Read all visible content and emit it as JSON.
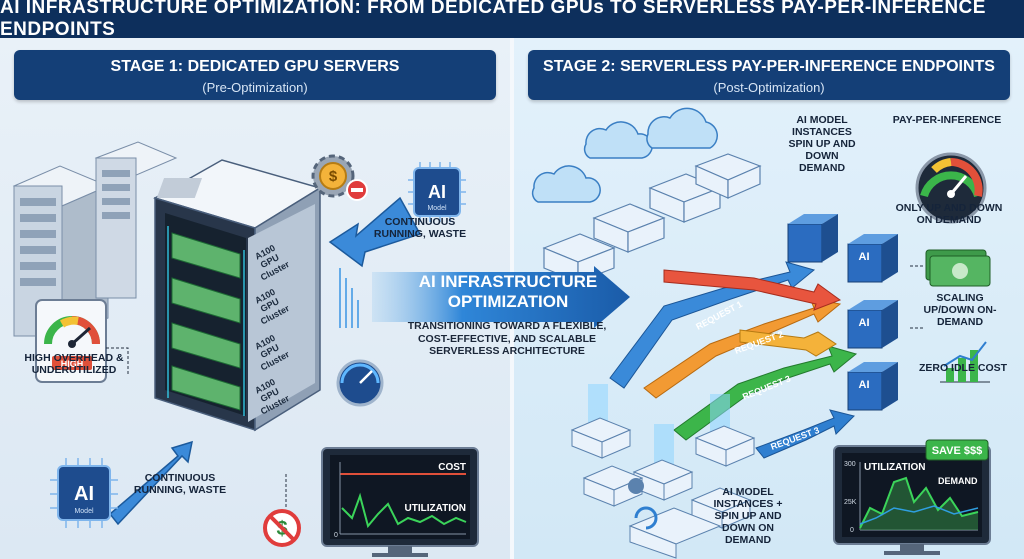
{
  "title": "AI INFRASTRUCTURE OPTIMIZATION: FROM DEDICATED GPUs TO SERVERLESS PAY-PER-INFERENCE ENDPOINTS",
  "stage1": {
    "title": "STAGE 1: DEDICATED GPU SERVERS",
    "subtitle": "(Pre-Optimization)",
    "cluster_label": "A100 GPU Cluster",
    "gauge_label": "HIGH",
    "overhead_label": "HIGH OVERHEAD & UNDERUTILIZED",
    "continuous_top": "CONTINUOUS RUNNING, WASTE",
    "continuous_bottom": "CONTINUOUS RUNNING, WASTE",
    "ai_chip_top": "AI",
    "ai_chip_sub": "Model",
    "monitor": {
      "cost": "COST",
      "utilization": "UTILIZATION",
      "zero": "0"
    }
  },
  "center": {
    "title": "AI INFRASTRUCTURE OPTIMIZATION",
    "subtitle": "TRANSITIONING TOWARD A FLEXIBLE, COST-EFFECTIVE, AND SCALABLE SERVERLESS ARCHITECTURE"
  },
  "stage2": {
    "title": "STAGE 2: SERVERLESS PAY-PER-INFERENCE ENDPOINTS",
    "subtitle": "(Post-Optimization)",
    "instances_top": "AI MODEL INSTANCES SPIN UP AND DOWN DEMAND",
    "pay_label": "PAY-PER-INFERENCE",
    "only_up": "ONLY UP AND DOWN ON DEMAND",
    "scaling": "SCALING UP/DOWN ON-DEMAND",
    "zero_idle": "ZERO IDLE COST",
    "instances_bottom": "AI MODEL INSTANCES + SPIN UP AND DOWN ON DEMAND",
    "requests": [
      "REQUEST 1",
      "REQUEST 2",
      "REQUEST 3",
      "REQUEST 3"
    ],
    "ai": "AI",
    "monitor": {
      "utilization": "UTILIZATION",
      "demand": "DEMAND",
      "save": "SAVE $$$",
      "y300": "300",
      "y25k": "25K",
      "y0": "0"
    }
  },
  "colors": {
    "navy": "#0d2f5c",
    "header": "#143f77",
    "arrow_blue": "#2f7fd0",
    "green": "#3bb54a",
    "orange": "#f39c34",
    "red": "#e0503a"
  }
}
